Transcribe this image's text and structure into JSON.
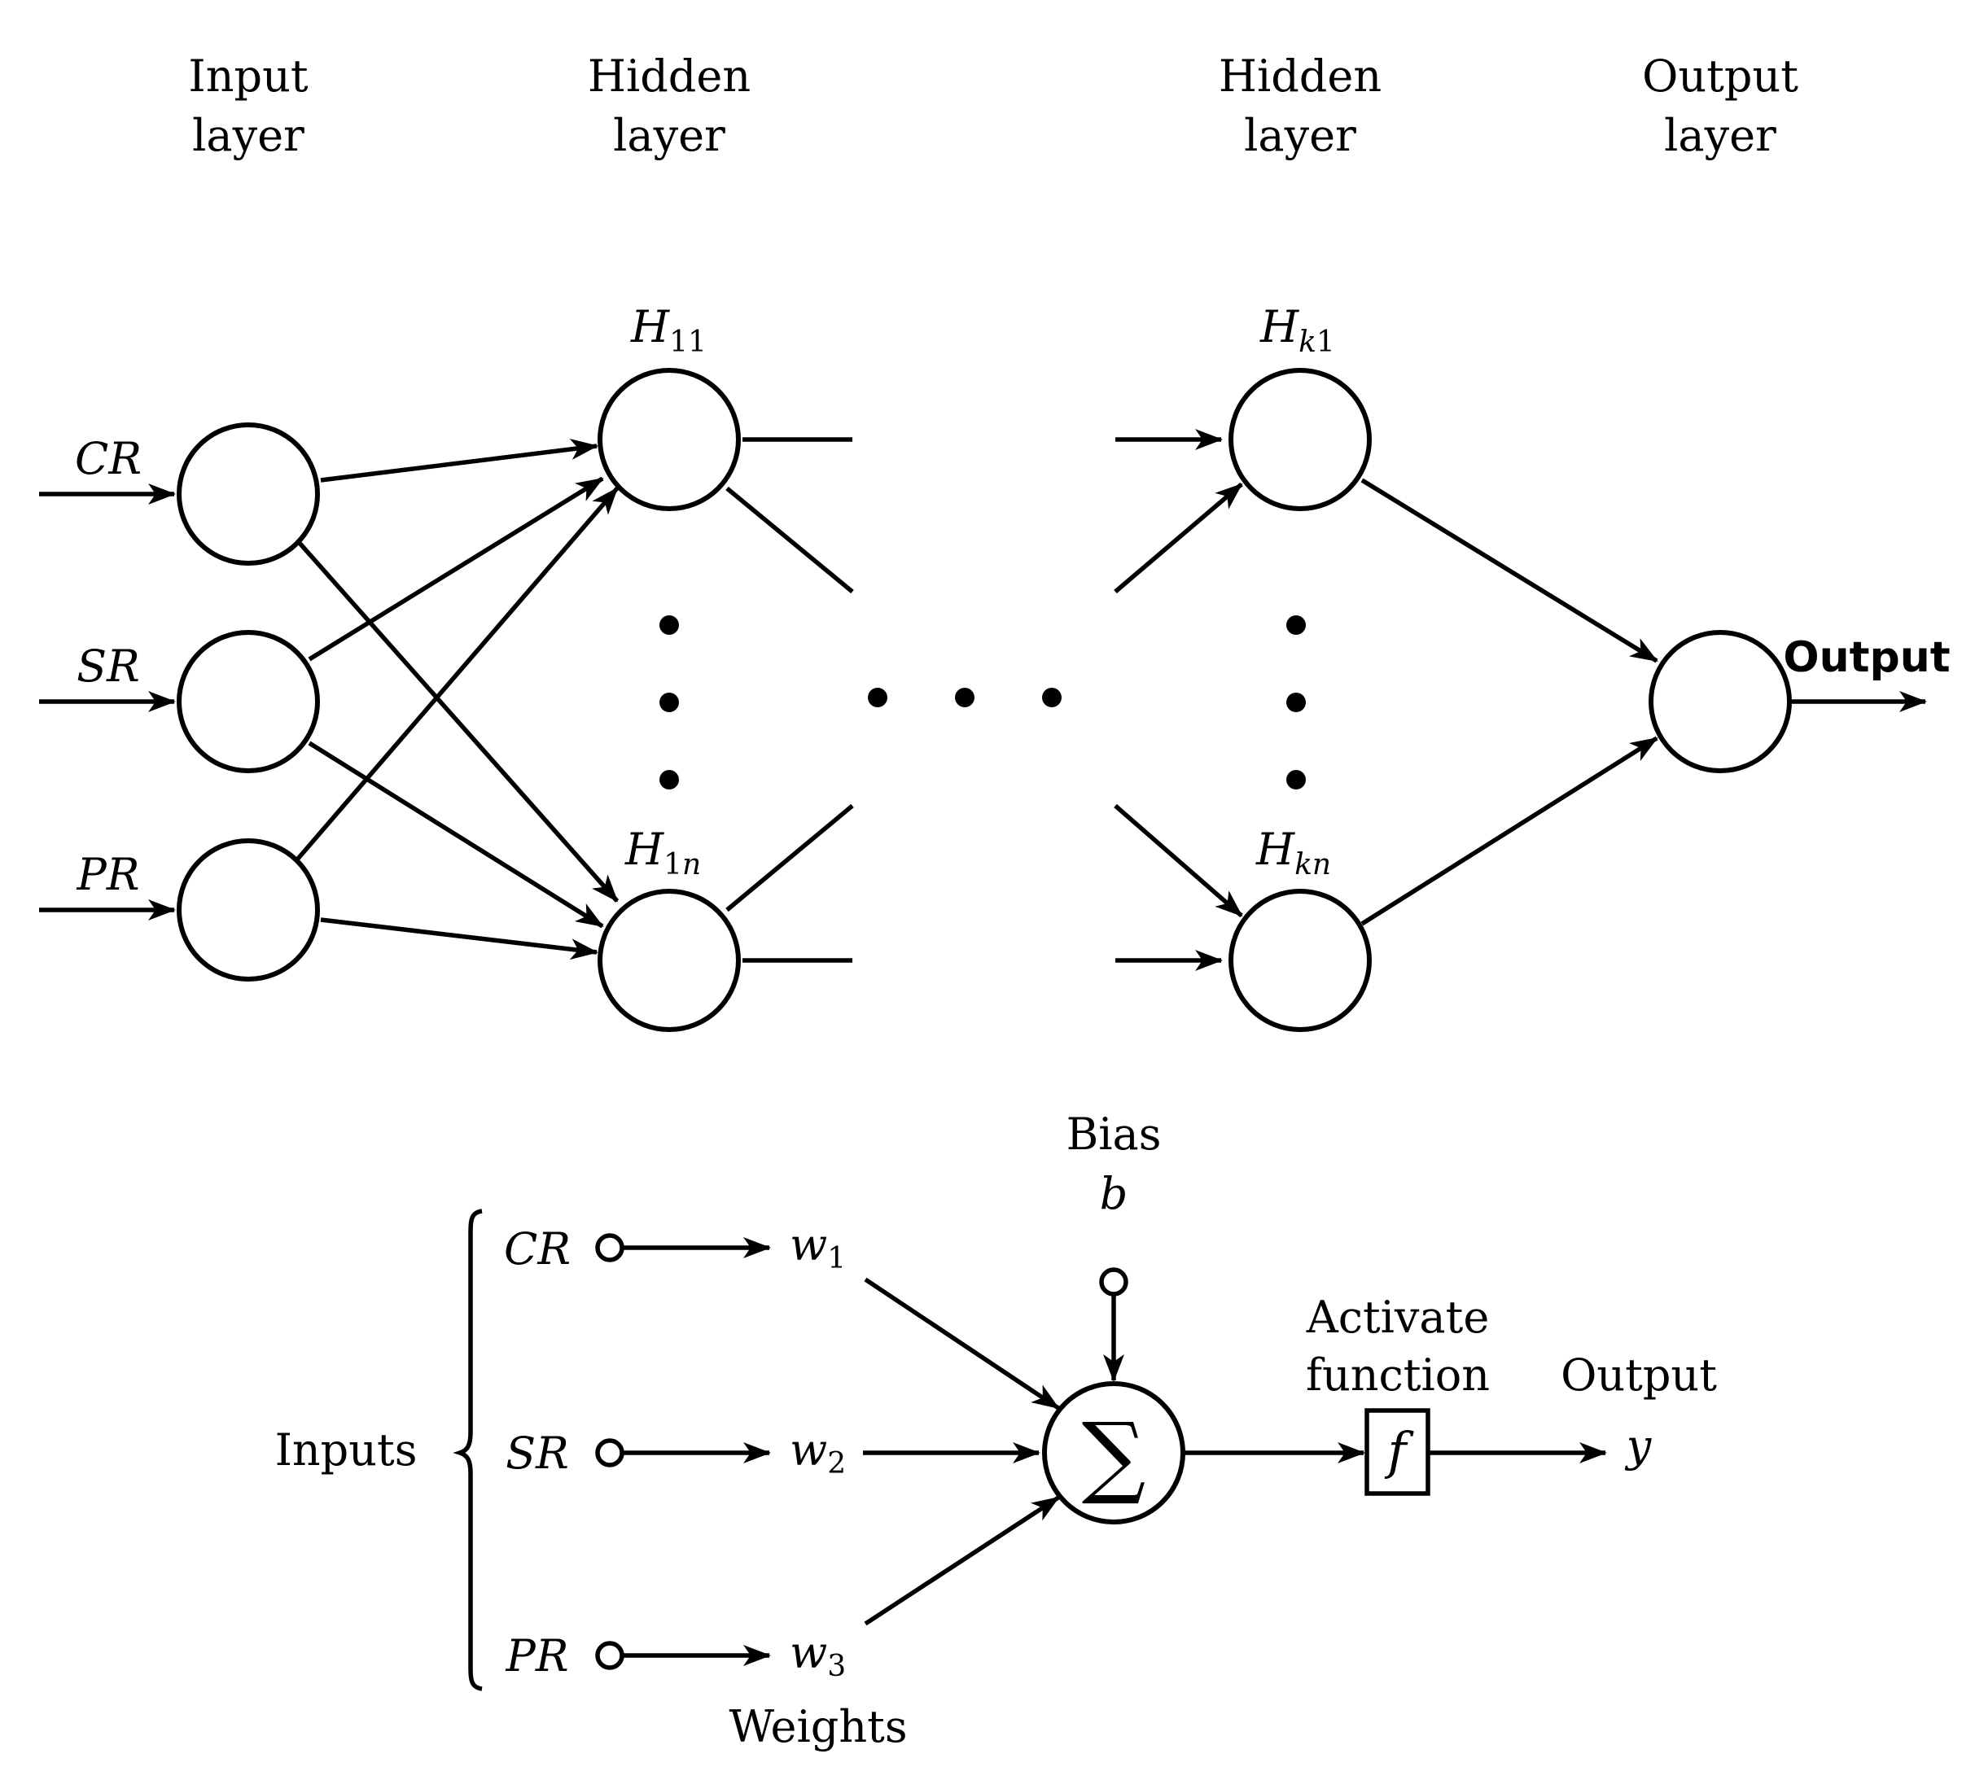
{
  "network": {
    "layers": {
      "input": [
        "Input",
        "layer"
      ],
      "hidden1": [
        "Hidden",
        "layer"
      ],
      "hiddenk": [
        "Hidden",
        "layer"
      ],
      "output": [
        "Output",
        "layer"
      ]
    },
    "inputs": [
      "CR",
      "SR",
      "PR"
    ],
    "hidden_nodes": {
      "h11": {
        "main": "H",
        "sub": "11"
      },
      "h1n": {
        "main": "H",
        "sub_num": "1",
        "sub_it": "n"
      },
      "hk1": {
        "main": "H",
        "sub_it": "k",
        "sub_num": "1"
      },
      "hkn": {
        "main": "H",
        "sub_it": "kn"
      }
    },
    "output_label": "Output"
  },
  "neuron": {
    "inputs_label": "Inputs",
    "inputs": [
      "CR",
      "SR",
      "PR"
    ],
    "weights": [
      {
        "main": "w",
        "sub": "1"
      },
      {
        "main": "w",
        "sub": "2"
      },
      {
        "main": "w",
        "sub": "3"
      }
    ],
    "weights_label": "Weights",
    "bias_label": "Bias",
    "bias_symbol": "b",
    "sum_symbol": "∑",
    "activation_label": [
      "Activate",
      "function"
    ],
    "activation_symbol": "f",
    "output_label": "Output",
    "output_symbol": "y"
  }
}
